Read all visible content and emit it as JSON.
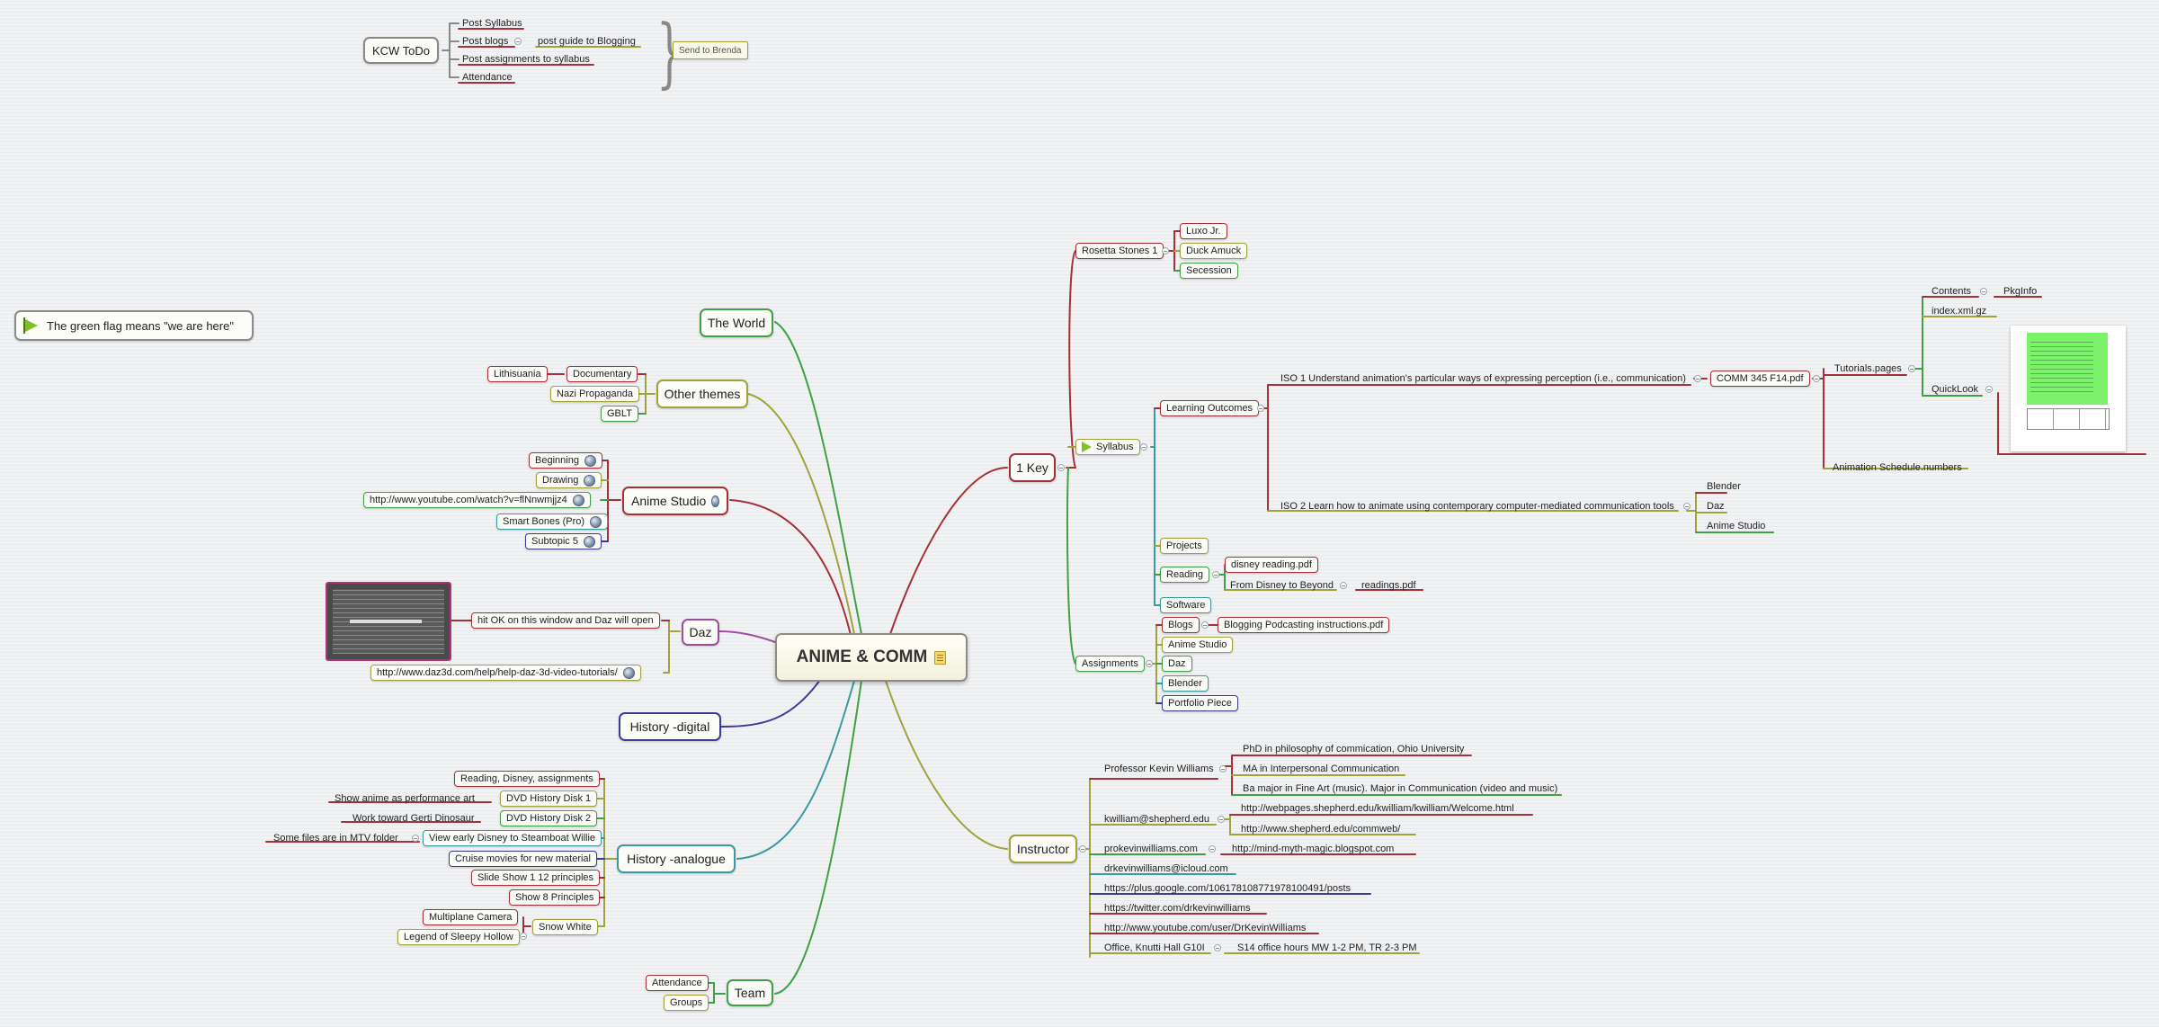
{
  "central": {
    "title": "ANIME & COMM",
    "note_icon": "note-icon"
  },
  "legend": {
    "text": "The green flag means \"we are here\"",
    "icon": "green-flag-icon"
  },
  "todo": {
    "title": "KCW ToDo",
    "items": [
      "Post Syllabus",
      "Post blogs",
      "Post assignments to syllabus",
      "Attendance"
    ],
    "blogs_child": "post guide to Blogging",
    "summary": "Send to Brenda"
  },
  "left": {
    "world": "The World",
    "other_themes": {
      "label": "Other themes",
      "documentary": "Documentary",
      "lithisuania": "Lithisuania",
      "nazi": "Nazi Propaganda",
      "gblt": "GBLT"
    },
    "anime_studio": {
      "label": "Anime Studio",
      "beginning": "Beginning",
      "drawing": "Drawing",
      "youtube": "http://www.youtube.com/watch?v=flNnwmjjz4",
      "smart_bones": "Smart Bones (Pro)",
      "subtopic": "Subtopic 5"
    },
    "daz": {
      "label": "Daz",
      "hit_ok": "hit OK on this window and Daz will open",
      "url": "http://www.daz3d.com/help/help-daz-3d-video-tutorials/"
    },
    "history_digital": "History -digital",
    "history_analogue": {
      "label": "History -analogue",
      "reading": "Reading, Disney, assignments",
      "dvd1": "DVD History Disk 1",
      "dvd1_note": "Show anime as performance art",
      "dvd2": "DVD History Disk 2",
      "dvd2_note": "Work toward Gerti Dinosaur",
      "early_disney": "View early Disney to Steamboat Willie",
      "early_disney_note": "Some files are in MTV folder",
      "cruise": "Cruise movies for new material",
      "slide_show": "Slide Show 1 12 principles",
      "show8": "Show 8 Principles",
      "snow_white": "Snow White",
      "multiplane": "Multiplane Camera",
      "sleepy": "Legend of Sleepy Hollow"
    },
    "team": {
      "label": "Team",
      "attendance": "Attendance",
      "groups": "Groups"
    }
  },
  "right": {
    "key": {
      "label": "1 Key",
      "rosetta": {
        "label": "Rosetta Stones 1",
        "luxo": "Luxo Jr.",
        "duck": "Duck Amuck",
        "secession": "Secession"
      },
      "syllabus": {
        "label": "Syllabus",
        "learning_outcomes": "Learning Outcomes",
        "iso1": "ISO 1 Understand animation's particular ways of expressing perception (i.e., communication)",
        "comm_pdf": "COMM 345 F14.pdf",
        "tutorials": "Tutorials.pages",
        "contents": "Contents",
        "pkginfo": "PkgInfo",
        "index_xml": "index.xml.gz",
        "quicklook": "QuickLook",
        "schedule": "Animation Schedule.numbers",
        "iso2": "ISO 2 Learn how to animate using contemporary computer-mediated communication tools",
        "blender": "Blender",
        "daz": "Daz",
        "anime_studio": "Anime Studio",
        "projects": "Projects",
        "reading": "Reading",
        "disney_pdf": "disney reading.pdf",
        "from_disney": "From Disney to Beyond",
        "readings_pdf": "readings.pdf",
        "software": "Software"
      },
      "assignments": {
        "label": "Assignments",
        "blogs": "Blogs",
        "blogs_pdf": "Blogging Podcasting instructions.pdf",
        "anime_studio": "Anime Studio",
        "daz": "Daz",
        "blender": "Blender",
        "portfolio": "Portfolio Piece"
      }
    },
    "instructor": {
      "label": "Instructor",
      "professor": "Professor Kevin Williams",
      "phd": "PhD in philosophy of commication, Ohio University",
      "ma": "MA in Interpersonal Communication",
      "ba": "Ba major in Fine Art (music). Major in Communication (video and music)",
      "email": "kwilliam@shepherd.edu",
      "web1": "http://webpages.shepherd.edu/kwilliam/kwilliam/Welcome.html",
      "web2": "http://www.shepherd.edu/commweb/",
      "prokevin": "prokevinwilliams.com",
      "blogspot": "http://mind-myth-magic.blogspot.com",
      "icloud": "drkevinwilliams@icloud.com",
      "gplus": "https://plus.google.com/106178108771978100491/posts",
      "twitter": "https://twitter.com/drkevinwilliams",
      "youtube": "http://www.youtube.com/user/DrKevinWilliams",
      "office": "Office, Knutti Hall G10I",
      "hours": "S14 office hours MW 1-2 PM, TR 2-3 PM"
    }
  },
  "colors": {
    "red": "#a6303a",
    "olive": "#a0a23c",
    "green": "#3fa046",
    "teal": "#3b9aa0",
    "navy": "#3c3c96",
    "magenta": "#a04aa0",
    "gray": "#8a8a8a"
  }
}
